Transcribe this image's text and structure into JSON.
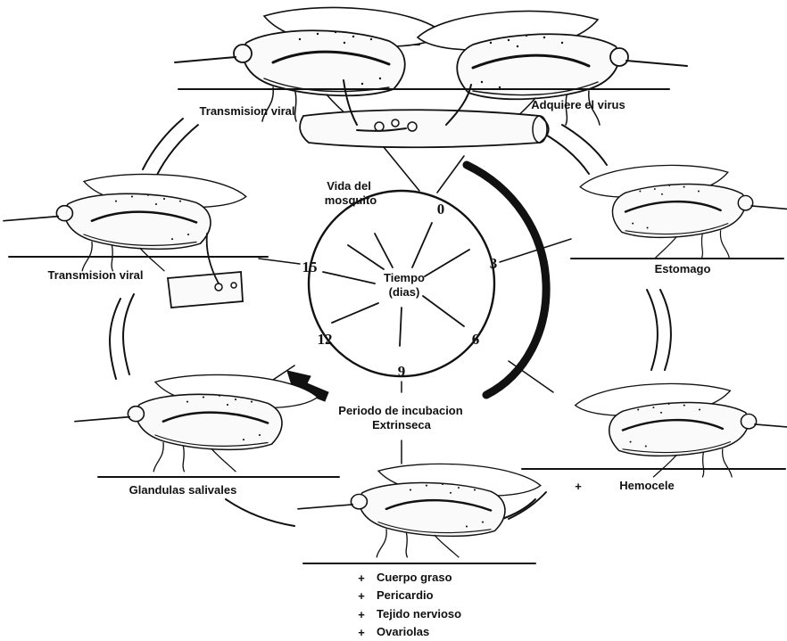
{
  "center": {
    "title_line1": "Tiempo",
    "title_line2": "(dias)",
    "life_line1": "Vida del",
    "life_line2": "mosquito"
  },
  "ticks": [
    "0",
    "3",
    "6",
    "9",
    "12",
    "15"
  ],
  "stages": {
    "acquire": "Adquiere el virus",
    "stomach": "Estomago",
    "hemocele": "Hemocele",
    "salivary": "Glandulas salivales",
    "transmission_left": "Transmision viral",
    "transmission_top": "Transmision viral"
  },
  "incubation": {
    "line1": "Periodo de incubacion",
    "line2": "Extrinseca"
  },
  "tissues": {
    "symbol": "+",
    "items": [
      "Cuerpo graso",
      "Pericardio",
      "Tejido nervioso",
      "Ovariolas"
    ]
  },
  "hemocele_symbol": "+"
}
